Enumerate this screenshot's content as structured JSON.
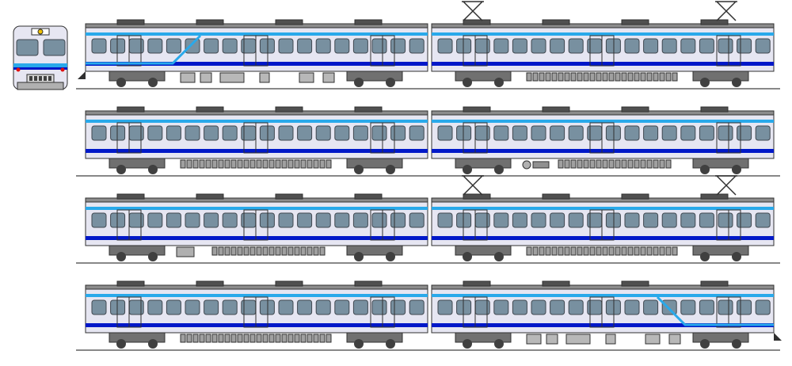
{
  "diagram": {
    "colors": {
      "body": "#e6e6f2",
      "body_shade": "#c8c8dc",
      "roof": "#8c8c8c",
      "roof_dark": "#505050",
      "stripe_light": "#29a9ea",
      "stripe_dark": "#0018c8",
      "window": "#7890a0",
      "window_frame": "#404850",
      "outline": "#303030",
      "underframe": "#707070",
      "rail": "#606060",
      "lamp_red": "#e01010",
      "lamp_yellow": "#f0c000"
    },
    "front_view": {
      "name": "front-view",
      "destination_text": "",
      "lamps": [
        "tail-lamp-left",
        "tail-lamp-right"
      ]
    },
    "formation_rows": [
      {
        "row": 1,
        "cars": [
          {
            "car": 1,
            "type": "cab-left",
            "pantographs": 0,
            "underfloor": "control"
          },
          {
            "car": 2,
            "type": "motor",
            "pantographs": 2,
            "underfloor": "resistor"
          }
        ]
      },
      {
        "row": 2,
        "cars": [
          {
            "car": 3,
            "type": "trailer",
            "pantographs": 0,
            "underfloor": "resistor"
          },
          {
            "car": 4,
            "type": "trailer",
            "pantographs": 0,
            "underfloor": "compressor"
          }
        ]
      },
      {
        "row": 3,
        "cars": [
          {
            "car": 5,
            "type": "trailer",
            "pantographs": 0,
            "underfloor": "mixed"
          },
          {
            "car": 6,
            "type": "motor",
            "pantographs": 2,
            "underfloor": "resistor"
          }
        ]
      },
      {
        "row": 4,
        "cars": [
          {
            "car": 7,
            "type": "trailer",
            "pantographs": 0,
            "underfloor": "resistor"
          },
          {
            "car": 8,
            "type": "cab-right",
            "pantographs": 0,
            "underfloor": "control"
          }
        ]
      }
    ]
  }
}
